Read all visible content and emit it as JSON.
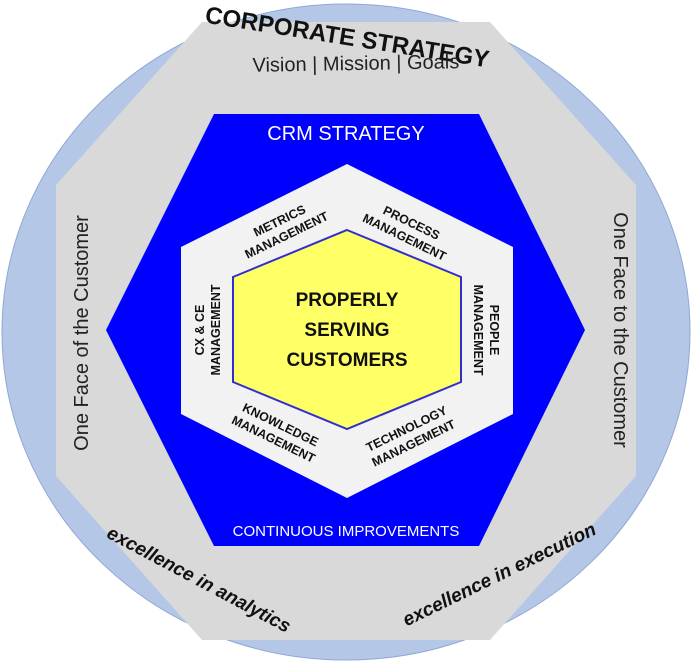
{
  "outer_ring": {
    "title": "CORPORATE STRATEGY",
    "subtitle": "Vision | Mission | Goals",
    "left_label": "One Face of the Customer",
    "right_label": "One Face to the Customer",
    "bottom_left": "excellence in analytics",
    "bottom_right": "excellence in execution"
  },
  "crm_hexagon": {
    "title": "CRM STRATEGY",
    "footer": "CONTINUOUS IMPROVEMENTS"
  },
  "disciplines": {
    "metrics": [
      "METRICS",
      "MANAGEMENT"
    ],
    "process": [
      "PROCESS",
      "MANAGEMENT"
    ],
    "people": [
      "PEOPLE",
      "MANAGEMENT"
    ],
    "technology": [
      "TECHNOLOGY",
      "MANAGEMENT"
    ],
    "knowledge": [
      "KNOWLEDGE",
      "MANAGEMENT"
    ],
    "cx_ce": [
      "CX & CE",
      "MANAGEMENT"
    ]
  },
  "core": {
    "lines": [
      "PROPERLY",
      "SERVING",
      "CUSTOMERS"
    ]
  },
  "colors": {
    "outer_circle": "#b4c7e7",
    "gray_hexagon": "#d9d9d9",
    "crm_blue": "#0000ff",
    "inner_hexagon": "#f2f2f2",
    "core_yellow": "#ffff66",
    "core_border": "#2f2fd0"
  }
}
